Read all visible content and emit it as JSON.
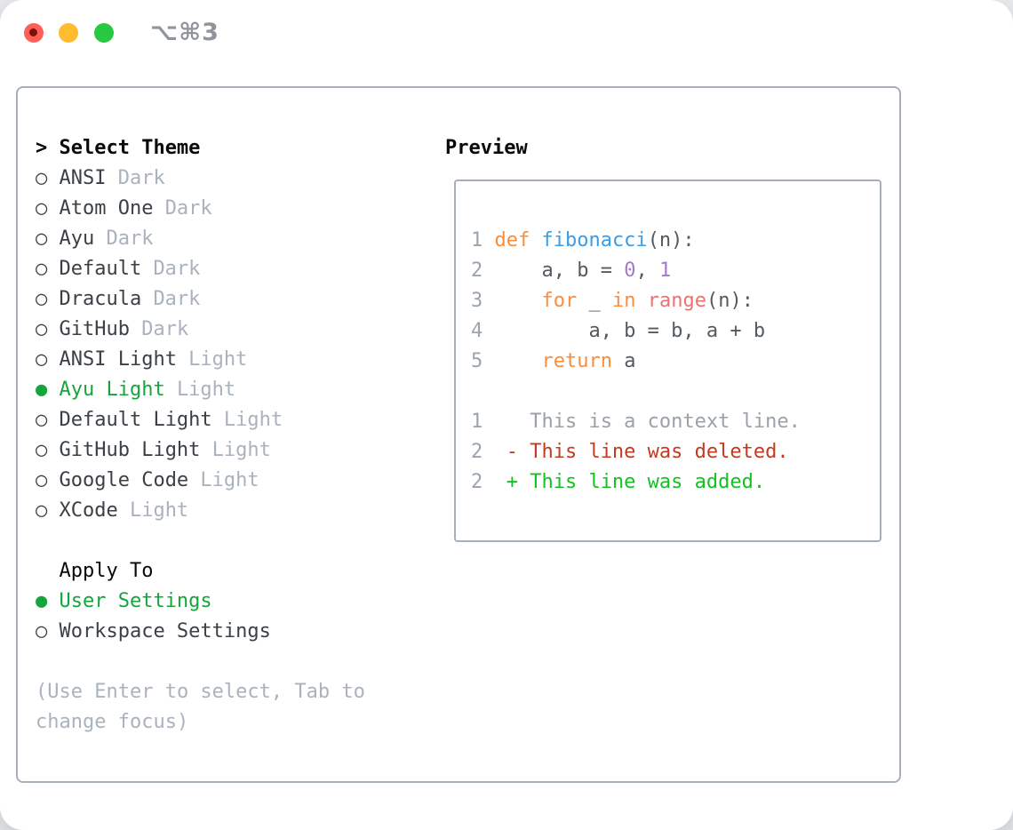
{
  "window": {
    "title": "⌥⌘3"
  },
  "colors": {
    "selection_green": "#14a53c",
    "panel_border": "#a7afb9",
    "item_text": "#3b4046",
    "tag_text": "#a9b2bd",
    "hint_text": "#aab3bd",
    "traffic_red": "#ff5f57",
    "traffic_yellow": "#febc2e",
    "traffic_green": "#28c840",
    "syntax_keyword": "#fa8d3e",
    "syntax_function": "#399ee6",
    "syntax_number": "#a37acc",
    "syntax_call": "#f07171",
    "syntax_plain": "#545a60",
    "diff_context": "#9aa1a9",
    "diff_deleted": "#c43a21",
    "diff_added": "#15c022",
    "line_number": "#9aa4ae"
  },
  "theme_selector": {
    "header_prefix": ">",
    "header": "Select Theme",
    "items": [
      {
        "bullet": "○",
        "name": "ANSI",
        "tag": "Dark"
      },
      {
        "bullet": "○",
        "name": "Atom One",
        "tag": "Dark"
      },
      {
        "bullet": "○",
        "name": "Ayu",
        "tag": "Dark"
      },
      {
        "bullet": "○",
        "name": "Default",
        "tag": "Dark"
      },
      {
        "bullet": "○",
        "name": "Dracula",
        "tag": "Dark"
      },
      {
        "bullet": "○",
        "name": "GitHub",
        "tag": "Dark"
      },
      {
        "bullet": "○",
        "name": "ANSI Light",
        "tag": "Light"
      },
      {
        "bullet": "●",
        "name": "Ayu Light",
        "tag": "Light",
        "selected": true
      },
      {
        "bullet": "○",
        "name": "Default Light",
        "tag": "Light"
      },
      {
        "bullet": "○",
        "name": "GitHub Light",
        "tag": "Light"
      },
      {
        "bullet": "○",
        "name": "Google Code",
        "tag": "Light"
      },
      {
        "bullet": "○",
        "name": "XCode",
        "tag": "Light"
      }
    ]
  },
  "apply_to": {
    "header": "Apply To",
    "options": [
      {
        "bullet": "●",
        "label": "User Settings",
        "selected": true
      },
      {
        "bullet": "○",
        "label": "Workspace Settings"
      }
    ]
  },
  "hint_lines": [
    "(Use Enter to select, Tab to",
    "change focus)"
  ],
  "preview": {
    "header": "Preview",
    "code_lines": [
      {
        "num": "1",
        "tokens": [
          {
            "t": "def ",
            "c": "kw"
          },
          {
            "t": "fibonacci",
            "c": "fn"
          },
          {
            "t": "(n):",
            "c": "pl"
          }
        ]
      },
      {
        "num": "2",
        "tokens": [
          {
            "t": "    a, b = ",
            "c": "pl"
          },
          {
            "t": "0",
            "c": "num"
          },
          {
            "t": ", ",
            "c": "pl"
          },
          {
            "t": "1",
            "c": "num"
          }
        ]
      },
      {
        "num": "3",
        "tokens": [
          {
            "t": "    ",
            "c": "pl"
          },
          {
            "t": "for",
            "c": "kw"
          },
          {
            "t": " _ ",
            "c": "pl"
          },
          {
            "t": "in",
            "c": "kw"
          },
          {
            "t": " ",
            "c": "pl"
          },
          {
            "t": "range",
            "c": "call"
          },
          {
            "t": "(n):",
            "c": "pl"
          }
        ]
      },
      {
        "num": "4",
        "tokens": [
          {
            "t": "        a, b = b, a + b",
            "c": "pl"
          }
        ]
      },
      {
        "num": "5",
        "tokens": [
          {
            "t": "    ",
            "c": "pl"
          },
          {
            "t": "return",
            "c": "kw"
          },
          {
            "t": " a",
            "c": "pl"
          }
        ]
      }
    ],
    "diff_lines": [
      {
        "num": "1",
        "tokens": [
          {
            "t": "   This is a context line.",
            "c": "ctx"
          }
        ]
      },
      {
        "num": "2",
        "tokens": [
          {
            "t": " - This line was deleted.",
            "c": "del"
          }
        ]
      },
      {
        "num": "2",
        "tokens": [
          {
            "t": " + This line was added.",
            "c": "add"
          }
        ]
      }
    ]
  }
}
